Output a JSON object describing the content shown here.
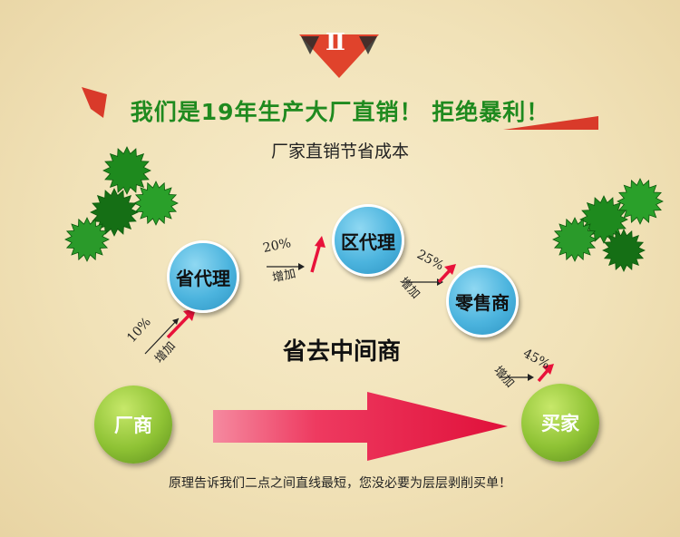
{
  "badge": {
    "text": "Ⅱ"
  },
  "headline": "我们是19年生产大厂直销！ 拒绝暴利！",
  "subtitle": "厂家直销节省成本",
  "nodes": {
    "factory": "厂商",
    "provincial_agent": "省代理",
    "district_agent": "区代理",
    "retailer": "零售商",
    "buyer": "买家"
  },
  "steps": [
    {
      "percent": "10%",
      "label": "增加"
    },
    {
      "percent": "20%",
      "label": "增加"
    },
    {
      "percent": "25%",
      "label": "增加"
    },
    {
      "percent": "45%",
      "label": "增加"
    }
  ],
  "middle_label": "省去中间商",
  "footer": "原理告诉我们二点之间直线最短，您没必要为层层剥削买单！",
  "colors": {
    "headline_green": "#1f8a1f",
    "badge_red": "#e0432c",
    "node_blue": "#4cb4de",
    "node_green": "#8ec234",
    "arrow_red": "#e8123a",
    "leaf_green": "#1e8a1e"
  }
}
